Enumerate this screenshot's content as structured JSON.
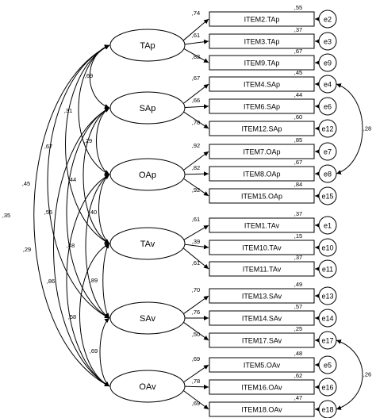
{
  "latents": [
    {
      "id": "TAp",
      "label": "TAp"
    },
    {
      "id": "SAp",
      "label": "SAp"
    },
    {
      "id": "OAp",
      "label": "OAp"
    },
    {
      "id": "TAv",
      "label": "TAv"
    },
    {
      "id": "SAv",
      "label": "SAv"
    },
    {
      "id": "OAv",
      "label": "OAv"
    }
  ],
  "indicators": [
    {
      "label": "ITEM2.TAp",
      "factor": "TAp",
      "loading": ",74",
      "r2": ",55",
      "error": "e2"
    },
    {
      "label": "ITEM3.TAp",
      "factor": "TAp",
      "loading": ",61",
      "r2": ",37",
      "error": "e3"
    },
    {
      "label": "ITEM9.TAp",
      "factor": "TAp",
      "loading": ",82",
      "r2": ",67",
      "error": "e9"
    },
    {
      "label": "ITEM4.SAp",
      "factor": "SAp",
      "loading": ",67",
      "r2": ",45",
      "error": "e4"
    },
    {
      "label": "ITEM6.SAp",
      "factor": "SAp",
      "loading": ",66",
      "r2": ",44",
      "error": "e6"
    },
    {
      "label": "ITEM12.SAp",
      "factor": "SAp",
      "loading": ",78",
      "r2": ",60",
      "error": "e12"
    },
    {
      "label": "ITEM7.OAp",
      "factor": "OAp",
      "loading": ",92",
      "r2": ",85",
      "error": "e7"
    },
    {
      "label": "ITEM8.OAp",
      "factor": "OAp",
      "loading": ",82",
      "r2": ",67",
      "error": "e8"
    },
    {
      "label": "ITEM15.OAp",
      "factor": "OAp",
      "loading": ",92",
      "r2": ",84",
      "error": "e15"
    },
    {
      "label": "ITEM1.TAv",
      "factor": "TAv",
      "loading": ",61",
      "r2": ",37",
      "error": "e1"
    },
    {
      "label": "ITEM10.TAv",
      "factor": "TAv",
      "loading": ",39",
      "r2": ",15",
      "error": "e10"
    },
    {
      "label": "ITEM11.TAv",
      "factor": "TAv",
      "loading": ",61",
      "r2": ",37",
      "error": "e11"
    },
    {
      "label": "ITEM13.SAv",
      "factor": "SAv",
      "loading": ",70",
      "r2": ",49",
      "error": "e13"
    },
    {
      "label": "ITEM14.SAv",
      "factor": "SAv",
      "loading": ",76",
      "r2": ",57",
      "error": "e14"
    },
    {
      "label": "ITEM17.SAv",
      "factor": "SAv",
      "loading": ",50",
      "r2": ",25",
      "error": "e17"
    },
    {
      "label": "ITEM5.OAv",
      "factor": "OAv",
      "loading": ",69",
      "r2": ",48",
      "error": "e5"
    },
    {
      "label": "ITEM16.OAv",
      "factor": "OAv",
      "loading": ",78",
      "r2": ",62",
      "error": "e16"
    },
    {
      "label": "ITEM18.OAv",
      "factor": "OAv",
      "loading": ",69",
      "r2": ",47",
      "error": "e18"
    }
  ],
  "factor_correlations": [
    {
      "from": "TAp",
      "to": "SAp",
      "value": ",69"
    },
    {
      "from": "TAp",
      "to": "OAp",
      "value": ",31"
    },
    {
      "from": "TAp",
      "to": "TAv",
      "value": ",67"
    },
    {
      "from": "TAp",
      "to": "SAv",
      "value": ",45"
    },
    {
      "from": "TAp",
      "to": "OAv",
      "value": ",35"
    },
    {
      "from": "SAp",
      "to": "OAp",
      "value": ",29"
    },
    {
      "from": "SAp",
      "to": "TAv",
      "value": ",44"
    },
    {
      "from": "SAp",
      "to": "SAv",
      "value": ",55"
    },
    {
      "from": "SAp",
      "to": "OAv",
      "value": ",29"
    },
    {
      "from": "OAp",
      "to": "TAv",
      "value": ",40"
    },
    {
      "from": "OAp",
      "to": "SAv",
      "value": ",48"
    },
    {
      "from": "OAp",
      "to": "OAv",
      "value": ",86"
    },
    {
      "from": "TAv",
      "to": "SAv",
      "value": ",89"
    },
    {
      "from": "TAv",
      "to": "OAv",
      "value": ",58"
    },
    {
      "from": "SAv",
      "to": "OAv",
      "value": ",69"
    }
  ],
  "error_covariances": [
    {
      "from": "e4",
      "to": "e8",
      "value": ",28"
    },
    {
      "from": "e17",
      "to": "e18",
      "value": ",26"
    }
  ]
}
